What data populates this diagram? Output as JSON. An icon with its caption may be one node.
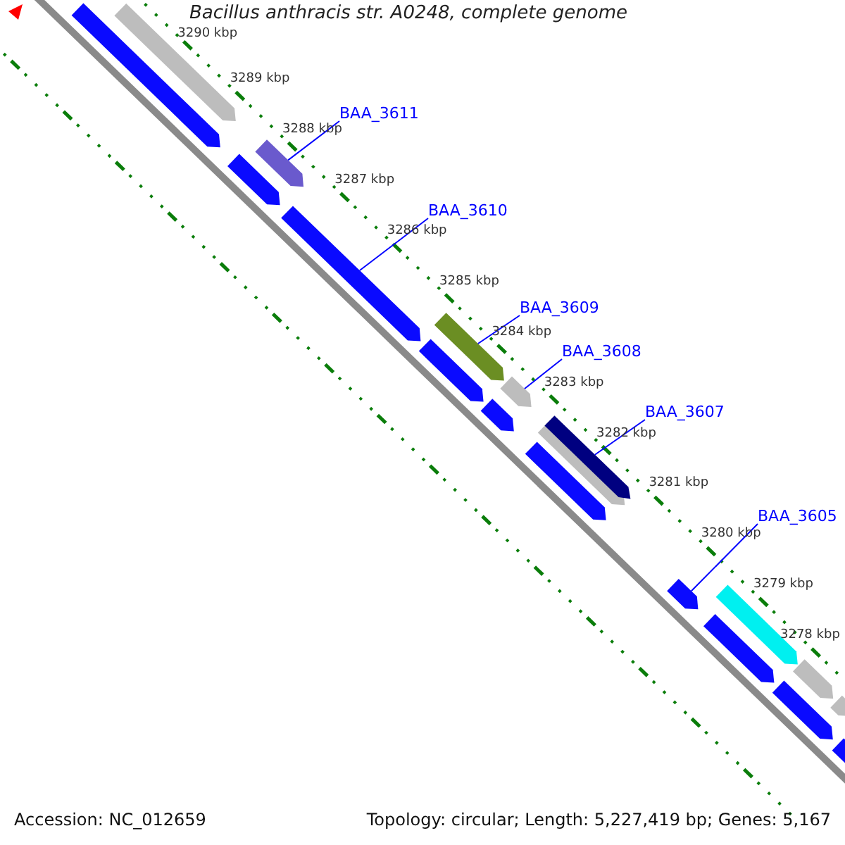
{
  "diagram": {
    "title": "Bacillus anthracis str. A0248, complete genome",
    "nodes": [
      {
        "text": [
          "BAA_3611"
        ]
      },
      {
        "text": [
          "BAA_3610"
        ]
      },
      {
        "text": [
          "BAA_3609"
        ]
      },
      {
        "text": [
          "BAA_3608"
        ]
      },
      {
        "text": [
          "BAA_3607"
        ]
      },
      {
        "text": [
          "BAA_3605"
        ]
      },
      {
        "text": [],
        "shape": "arrow"
      },
      {
        "text": [],
        "shape": "arrow"
      },
      {
        "text": [],
        "shape": "arrow"
      },
      {
        "text": [],
        "shape": "arrow"
      },
      {
        "text": [],
        "shape": "arrow"
      },
      {
        "text": [],
        "shape": "arrow"
      },
      {
        "text": [],
        "shape": "arrow"
      },
      {
        "text": [],
        "shape": "arrow"
      },
      {
        "text": [],
        "shape": "arrow"
      },
      {
        "text": [],
        "shape": "arrow"
      },
      {
        "text": [],
        "shape": "arrow"
      },
      {
        "text": [],
        "shape": "arrow"
      },
      {
        "text": [],
        "shape": "arrow"
      },
      {
        "text": [],
        "shape": "arrow"
      },
      {
        "text": [],
        "shape": "arrow"
      },
      {
        "text": [],
        "shape": "arrow"
      },
      {
        "text": [],
        "shape": "arrow"
      },
      {
        "text": [],
        "shape": "arrow"
      },
      {
        "text": [],
        "shape": "arrow"
      }
    ],
    "edges": [
      {
        "from": 0,
        "to": 9,
        "arrow": "none"
      },
      {
        "from": 1,
        "to": 10,
        "arrow": "none"
      },
      {
        "from": 2,
        "to": 11,
        "arrow": "none"
      },
      {
        "from": 3,
        "to": 14,
        "arrow": "none"
      },
      {
        "from": 4,
        "to": 16,
        "arrow": "none"
      },
      {
        "from": 5,
        "to": 18,
        "arrow": "none"
      }
    ],
    "labels": [
      "3290 kbp",
      "3289 kbp",
      "3288 kbp",
      "3287 kbp",
      "3286 kbp",
      "3285 kbp",
      "3284 kbp",
      "3283 kbp",
      "3282 kbp",
      "3281 kbp",
      "3280 kbp",
      "3279 kbp",
      "3278 kbp",
      "Accession: NC_012659",
      "Topology: circular; Length: 5,227,419 bp; Genes: 5,167"
    ]
  }
}
